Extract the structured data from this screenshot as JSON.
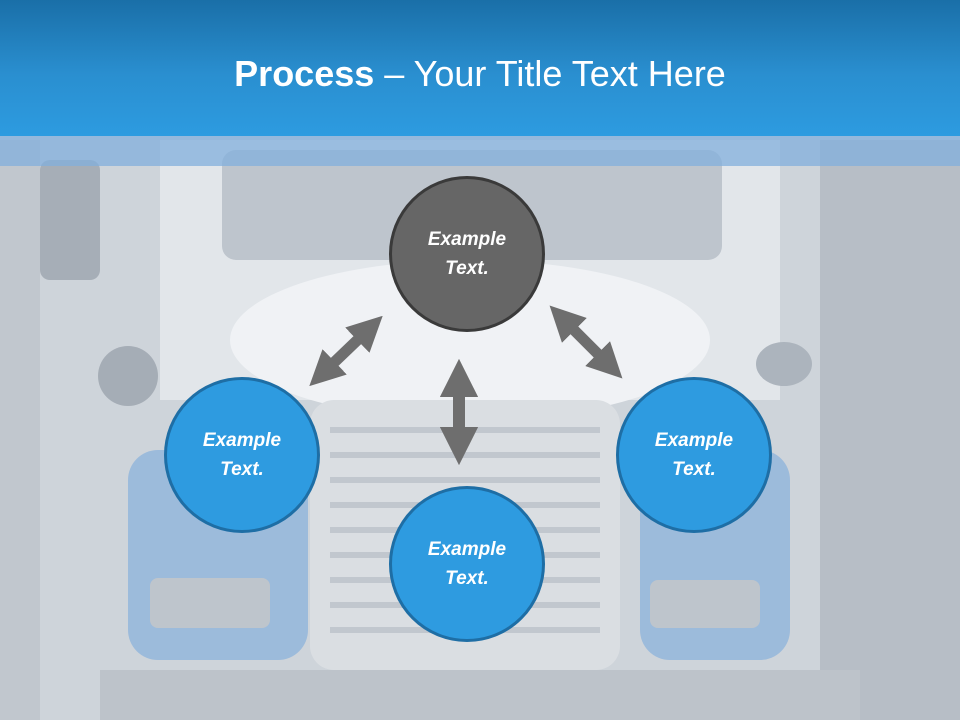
{
  "title": {
    "bold": "Process",
    "rest": " – Your Title Text Here"
  },
  "nodes": {
    "top": {
      "label": "Example\nText."
    },
    "left": {
      "label": "Example\nText."
    },
    "bottom": {
      "label": "Example\nText."
    },
    "right": {
      "label": "Example\nText."
    }
  },
  "colors": {
    "title_bar": "#2a8fd0",
    "center_node": "#666666",
    "outer_node": "#2e9be0",
    "arrow": "#6e6e6e"
  }
}
